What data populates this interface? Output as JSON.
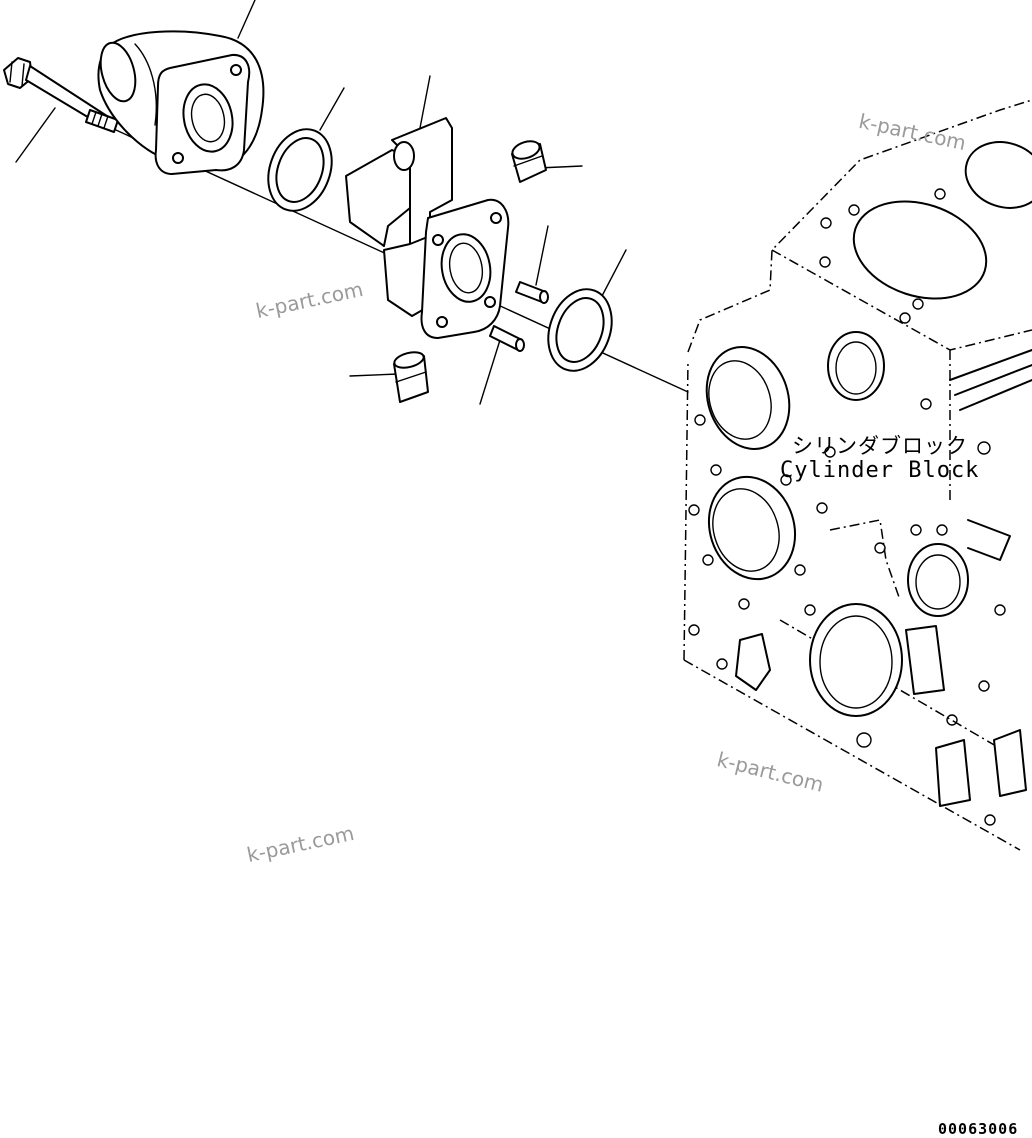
{
  "labels": {
    "block_jp": "シリンダブロック",
    "block_en": "Cylinder Block"
  },
  "watermarks": [
    "k-part.com",
    "k-part.com",
    "k-part.com",
    "k-part.com"
  ],
  "drawing_number": "00063006"
}
